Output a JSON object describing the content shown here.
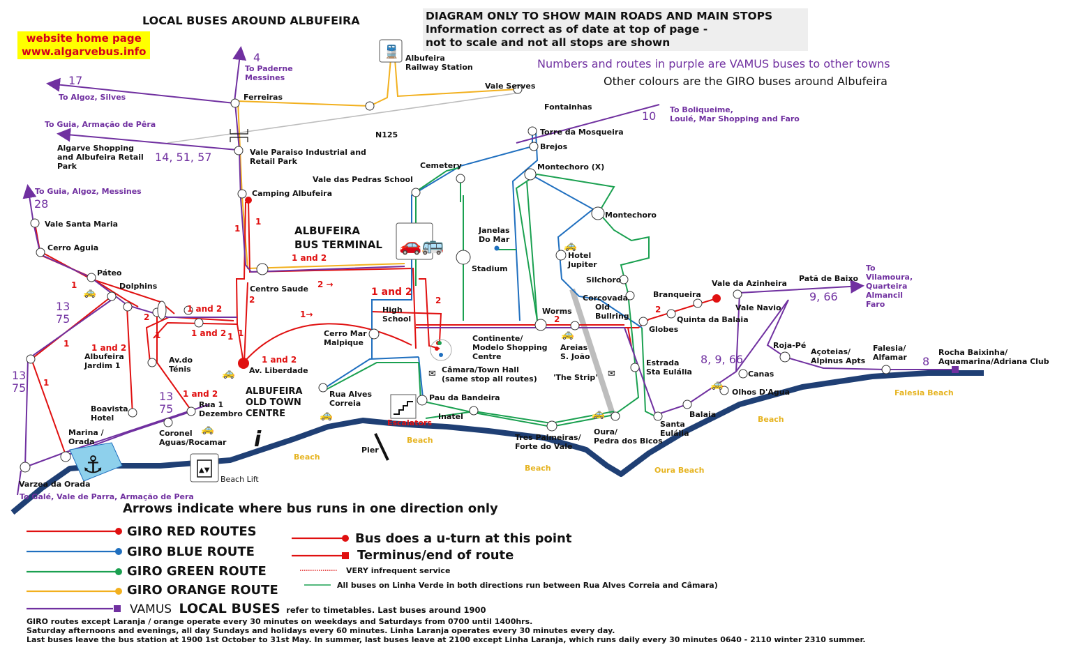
{
  "title": "LOCAL BUSES AROUND ALBUFEIRA",
  "website": {
    "line1": "website home page",
    "line2": "www.algarvebus.info"
  },
  "disclaimer": {
    "line1": "DIAGRAM ONLY TO SHOW MAIN ROADS AND MAIN STOPS",
    "line2": "Information correct as of date at top of page -",
    "line3": "not to scale and not all stops are shown"
  },
  "vamus_note": "Numbers and routes in purple are VAMUS buses to other towns",
  "giro_note": "Other colours are the GIRO buses around Albufeira",
  "colors": {
    "red": "#e01010",
    "blue": "#1f6fbf",
    "green": "#1aa050",
    "orange": "#f2b01e",
    "purple": "#7030a0",
    "coast": "#1f3f74",
    "grey": "#bbbbbb",
    "beach": "#e6b422"
  },
  "stops": [
    {
      "id": "ferreiras",
      "label": "Ferreiras"
    },
    {
      "id": "railway",
      "label": "Albufeira\nRailway Station"
    },
    {
      "id": "vale_serves",
      "label": "Vale Serves"
    },
    {
      "id": "fontainhas",
      "label": "Fontainhas"
    },
    {
      "id": "torre",
      "label": "Torre da Mosqueira"
    },
    {
      "id": "brejos",
      "label": "Brejos"
    },
    {
      "id": "montechoro_x",
      "label": "Montechoro (X)"
    },
    {
      "id": "montechoro",
      "label": "Montechoro"
    },
    {
      "id": "cemetery",
      "label": "Cemetery"
    },
    {
      "id": "vale_pedras",
      "label": "Vale das Pedras School"
    },
    {
      "id": "vale_paraiso",
      "label": "Vale Paraiso Industrial and\nRetail Park"
    },
    {
      "id": "algarve_shopping",
      "label": "Algarve Shopping\nand Albufeira Retail\nPark"
    },
    {
      "id": "camping",
      "label": "Camping Albufeira"
    },
    {
      "id": "vale_santa_maria",
      "label": "Vale Santa Maria"
    },
    {
      "id": "cerro_aguia",
      "label": "Cerro Aguia"
    },
    {
      "id": "pateo",
      "label": "Páteo"
    },
    {
      "id": "dolphins",
      "label": "Dolphins"
    },
    {
      "id": "centro_saude",
      "label": "Centro Saude"
    },
    {
      "id": "av_liberdade",
      "label": "Av. Liberdade"
    },
    {
      "id": "high_school",
      "label": "High\nSchool"
    },
    {
      "id": "stadium",
      "label": "Stadium"
    },
    {
      "id": "janelas",
      "label": "Janelas\nDo Mar"
    },
    {
      "id": "hotel_jupiter",
      "label": "Hotel\nJupiter"
    },
    {
      "id": "silchoro",
      "label": "Silchoro"
    },
    {
      "id": "corcovada",
      "label": "Corcovada"
    },
    {
      "id": "old_bullring",
      "label": "Old\nBullring"
    },
    {
      "id": "worms",
      "label": "Worms"
    },
    {
      "id": "areias",
      "label": "Areias\nS. João"
    },
    {
      "id": "continente",
      "label": "Continente/\nModelo Shopping\nCentre"
    },
    {
      "id": "cerro_mar",
      "label": "Cerro Mar\nMalpique"
    },
    {
      "id": "camara",
      "label": "Câmara/Town Hall\n(same stop all routes)"
    },
    {
      "id": "the_strip",
      "label": "'The Strip'"
    },
    {
      "id": "albufeira_jardim",
      "label": "Albufeira\nJardim 1"
    },
    {
      "id": "av_tenis",
      "label": "Av.do\nTénis"
    },
    {
      "id": "boavista",
      "label": "Boavista\nHotel"
    },
    {
      "id": "rua_1_dez",
      "label": "Rua  1\nDezembro"
    },
    {
      "id": "coronel",
      "label": "Coronel\nAguas/Rocamar"
    },
    {
      "id": "marina",
      "label": "Marina /\nOrada"
    },
    {
      "id": "varzea",
      "label": "Varzea da Orada"
    },
    {
      "id": "rua_alves",
      "label": "Rua Alves\nCorreia"
    },
    {
      "id": "pau_bandeira",
      "label": "Pau da Bandeira"
    },
    {
      "id": "inatel",
      "label": "Inatel"
    },
    {
      "id": "tres_palmeiras",
      "label": "Tres Palmeiras/\nForte do Vale"
    },
    {
      "id": "oura",
      "label": "Oura/\nPedra dos Bicos"
    },
    {
      "id": "santa_eulalia",
      "label": "Santa\nEulália"
    },
    {
      "id": "estrada_sta",
      "label": "Estrada\nSta Eulália"
    },
    {
      "id": "globes",
      "label": "Globes"
    },
    {
      "id": "branqueira",
      "label": "Branqueira"
    },
    {
      "id": "quinta_balaia",
      "label": "Quinta da Balaia"
    },
    {
      "id": "vale_azinheira",
      "label": "Vale da Azinheira"
    },
    {
      "id": "vale_navio",
      "label": "Vale Navio"
    },
    {
      "id": "pata_baixo",
      "label": "Patã de Baixo"
    },
    {
      "id": "roja_pe",
      "label": "Roja-Pé"
    },
    {
      "id": "acoteias",
      "label": "Açoteias/\nAlpinus Apts"
    },
    {
      "id": "falesia_stop",
      "label": "Falesia/\nAlfamar"
    },
    {
      "id": "rocha_baixinha",
      "label": "Rocha Baixinha/\nAquamarina/Adriana Club"
    },
    {
      "id": "canas",
      "label": "Canas"
    },
    {
      "id": "olhos",
      "label": "Olhos D'Agua"
    },
    {
      "id": "balaia",
      "label": "Balaia"
    }
  ],
  "places": {
    "bus_terminal": "ALBUFEIRA\nBUS TERMINAL",
    "old_town": "ALBUFEIRA\nOLD TOWN\nCENTRE",
    "escalators": "Escalators",
    "pier": "Pier",
    "beach_lift": "Beach Lift",
    "n125": "N125"
  },
  "beaches": [
    {
      "id": "beach1",
      "label": "Beach"
    },
    {
      "id": "beach2",
      "label": "Beach"
    },
    {
      "id": "beach3",
      "label": "Beach"
    },
    {
      "id": "beach4",
      "label": "Beach"
    },
    {
      "id": "oura_beach",
      "label": "Oura Beach"
    },
    {
      "id": "falesia_beach",
      "label": "Falesia Beach"
    }
  ],
  "vamus_routes": [
    {
      "id": "r4",
      "number": "4",
      "dest": "To Paderne\nMessines"
    },
    {
      "id": "r17",
      "number": "17",
      "dest": "To Algoz, Silves"
    },
    {
      "id": "r_guia1",
      "number": "",
      "dest": "To Guia, Armação de Pêra"
    },
    {
      "id": "r14",
      "number": "14, 51, 57",
      "dest": ""
    },
    {
      "id": "r28",
      "number": "28",
      "dest": "To Guia, Algoz, Messines"
    },
    {
      "id": "r10",
      "number": "10",
      "dest": "To Boliqueime,\nLoulé, Mar Shopping and Faro"
    },
    {
      "id": "r966",
      "number": "9, 66",
      "dest": "To\nVilamoura,\nQuarteira\nAlmancil\nFaro"
    },
    {
      "id": "r8966",
      "number": "8, 9, 66",
      "dest": ""
    },
    {
      "id": "r8",
      "number": "8",
      "dest": ""
    },
    {
      "id": "r1375a",
      "number": "13\n75",
      "dest": ""
    },
    {
      "id": "r1375b",
      "number": "13\n75",
      "dest": ""
    },
    {
      "id": "r1375c",
      "number": "13\n75",
      "dest": ""
    },
    {
      "id": "r_gale",
      "number": "",
      "dest": "To Galé, Vale de Parra, Armação de Pera"
    }
  ],
  "route_labels": {
    "one_and_two": "1 and 2",
    "one": "1",
    "two": "2",
    "two_arrow": "2 →",
    "one_arrow": "1→"
  },
  "arrows_note": "Arrows indicate where bus runs in one direction only",
  "legend": {
    "red": "GIRO RED ROUTES",
    "blue": "GIRO BLUE ROUTE",
    "green": "GIRO GREEN ROUTE",
    "orange": "GIRO ORANGE ROUTE",
    "vamus_a": "VAMUS",
    "vamus_b": "LOCAL BUSES",
    "vamus_c": "refer to timetables. Last buses around 1900",
    "uturn": "Bus does a u-turn at this point",
    "terminus": "Terminus/end of route",
    "infrequent": "VERY infrequent service",
    "linha_verde": "All buses on Linha Verde in both directions run between Rua Alves Correia and Câmara)"
  },
  "footer": {
    "line1": "GIRO routes except Laranja / orange operate every 30 minutes on weekdays and Saturdays from 0700 until 1400hrs.",
    "line2": "Saturday afternoons and evenings, all day Sundays and holidays every 60 minutes.  Linha Laranja operates every 30 minutes every day.",
    "line3": "Last buses leave the bus station at 1900 1st October to 31st May. In summer, last buses leave at 2100 except Linha Laranja, which runs daily every 30 minutes 0640 - 2110 winter 2310 summer."
  }
}
